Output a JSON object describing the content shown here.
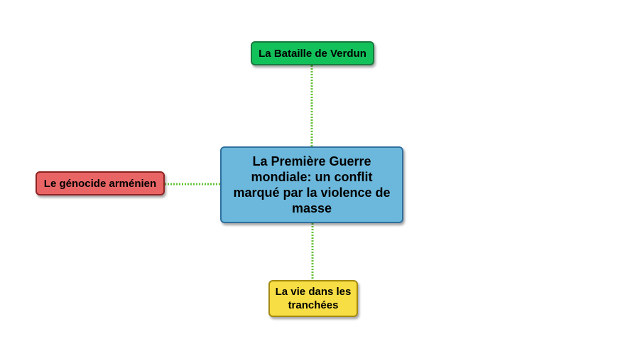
{
  "diagram": {
    "central": {
      "label": "La Première Guerre mondiale: un conflit marqué par la violence de masse",
      "color": "#6cb8dc"
    },
    "branches": {
      "top": {
        "label": "La Bataille de Verdun",
        "color": "#12c15a"
      },
      "left": {
        "label": "Le génocide arménien",
        "color": "#e96565"
      },
      "bottom": {
        "label": "La vie dans les tranchées",
        "color": "#f8de45"
      }
    },
    "connector_color": "#66c23a"
  }
}
